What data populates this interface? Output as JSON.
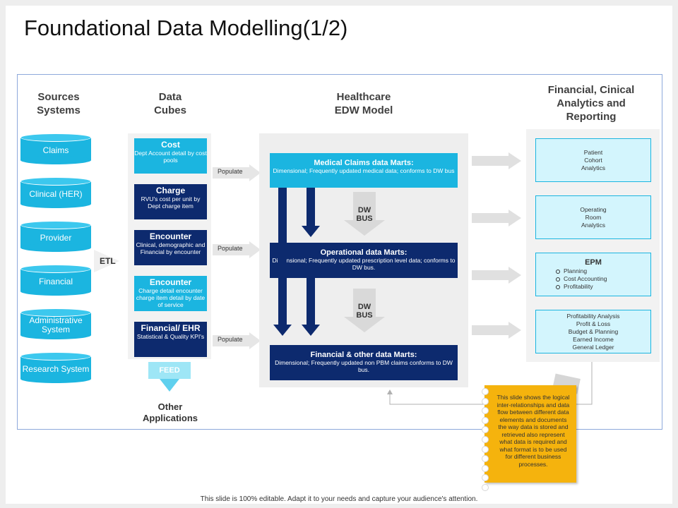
{
  "title": "Foundational Data Modelling(1/2)",
  "headers": {
    "sources": "Sources\nSystems",
    "cubes": "Data\nCubes",
    "edw": "Healthcare\nEDW Model",
    "analytics": "Financial, Cinical\nAnalytics and\nReporting"
  },
  "sources": [
    "Claims",
    "Clinical (HER)",
    "Provider",
    "Financial",
    "Administrative System",
    "Research System"
  ],
  "etl": "ETL",
  "cubes": [
    {
      "title": "Cost",
      "desc": "Dept Account detail by cost pools",
      "color": "#1bb5e0"
    },
    {
      "title": "Charge",
      "desc": "RVU's cost per unit by Dept charge item",
      "color": "#0d2a6e"
    },
    {
      "title": "Encounter",
      "desc": "Clinical, demographic and Financial by encounter",
      "color": "#0d2a6e"
    },
    {
      "title": "Encounter",
      "desc": "Charge detail encounter charge item detail by date of service",
      "color": "#1bb5e0"
    },
    {
      "title": "Financial/ EHR",
      "desc": "Statistical & Quality KPI's",
      "color": "#0d2a6e"
    }
  ],
  "feed": "FEED",
  "other_apps": "Other\nApplications",
  "populate": "Populate",
  "marts": [
    {
      "title": "Medical Claims data Marts:",
      "desc": "Dimensional; Frequently updated medical data; conforms to DW bus",
      "color": "#1bb5e0"
    },
    {
      "title": "Operational data Marts:",
      "desc": "Dimensional; Frequently updated prescription level data; conforms to DW bus.",
      "color": "#0d2a6e"
    },
    {
      "title": "Financial & other data Marts:",
      "desc": "Dimensional; Frequently updated non PBM claims conforms to DW bus.",
      "color": "#0d2a6e"
    }
  ],
  "dw_bus": "DW\nBUS",
  "analytics": {
    "patient": "Patient\nCohort\nAnalytics",
    "operating": "Operating\nRoom\nAnalytics",
    "epm_title": "EPM",
    "epm_items": [
      "Planning",
      "Cost Accounting",
      "Profitability"
    ],
    "profit": "Profitability Analysis\nProfit & Loss\nBudget & Planning\nEarned Income\nGeneral Ledger"
  },
  "note": "This slide shows the logical inter-relationships and data flow between different data elements and documents the way data is stored and retrieved also represent what data is required and what format is to be used for different business processes.",
  "footer": "This slide is 100% editable. Adapt it to your needs and capture your audience's attention.",
  "colors": {
    "cyan": "#1bb5e0",
    "navy": "#0d2a6e",
    "note": "#f5b30d",
    "frame": "#8ea9db"
  }
}
